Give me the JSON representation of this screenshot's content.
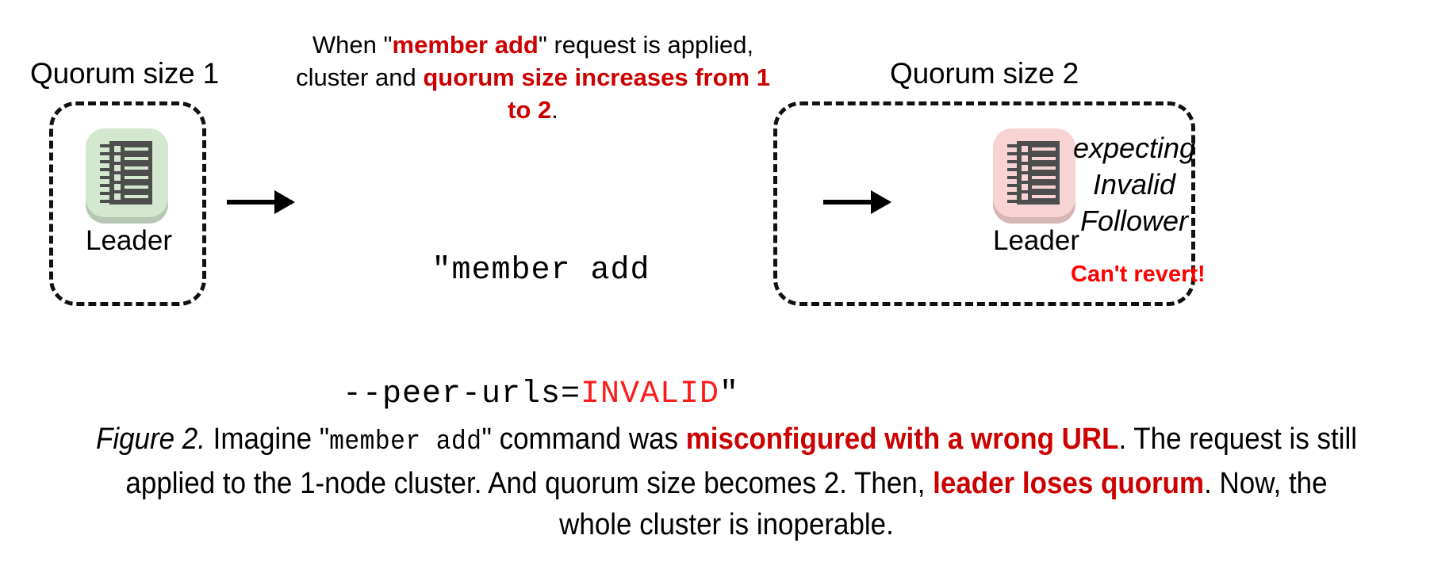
{
  "figure": {
    "left_cluster": {
      "title": "Quorum size 1",
      "node_label": "Leader",
      "node_color": "#d4e8d0"
    },
    "right_cluster": {
      "title": "Quorum size 2",
      "node_label": "Leader",
      "node_color": "#f8d3d3",
      "expecting_line1": "expecting",
      "expecting_line2": "Invalid",
      "expecting_line3": "Follower",
      "warning": "Can't revert!"
    },
    "annotation": {
      "seg1": "When \"",
      "seg2_highlight": "member add",
      "seg3": "\" request is applied, cluster and ",
      "seg4_highlight": "quorum size increases from 1 to 2",
      "seg5": "."
    },
    "command": {
      "line1": "\"member add",
      "line2_prefix": "--peer-urls=",
      "line2_invalid": "INVALID",
      "line2_suffix": "\""
    },
    "caption": {
      "label": "Figure 2.",
      "seg1": " Imagine \"",
      "mono": "member add",
      "seg2": "\" command was ",
      "highlight1": "misconfigured with a wrong URL",
      "seg3": ". The request is still applied to the 1-node cluster. And quorum size becomes 2. Then, ",
      "highlight2": "leader loses quorum",
      "seg4": ". Now, the whole cluster is inoperable."
    },
    "colors": {
      "highlight_dark_red": "#cc0000",
      "invalid_red": "#ff1a1a",
      "warning_red": "#ff0000",
      "node_body": "#4d4d4d"
    }
  }
}
